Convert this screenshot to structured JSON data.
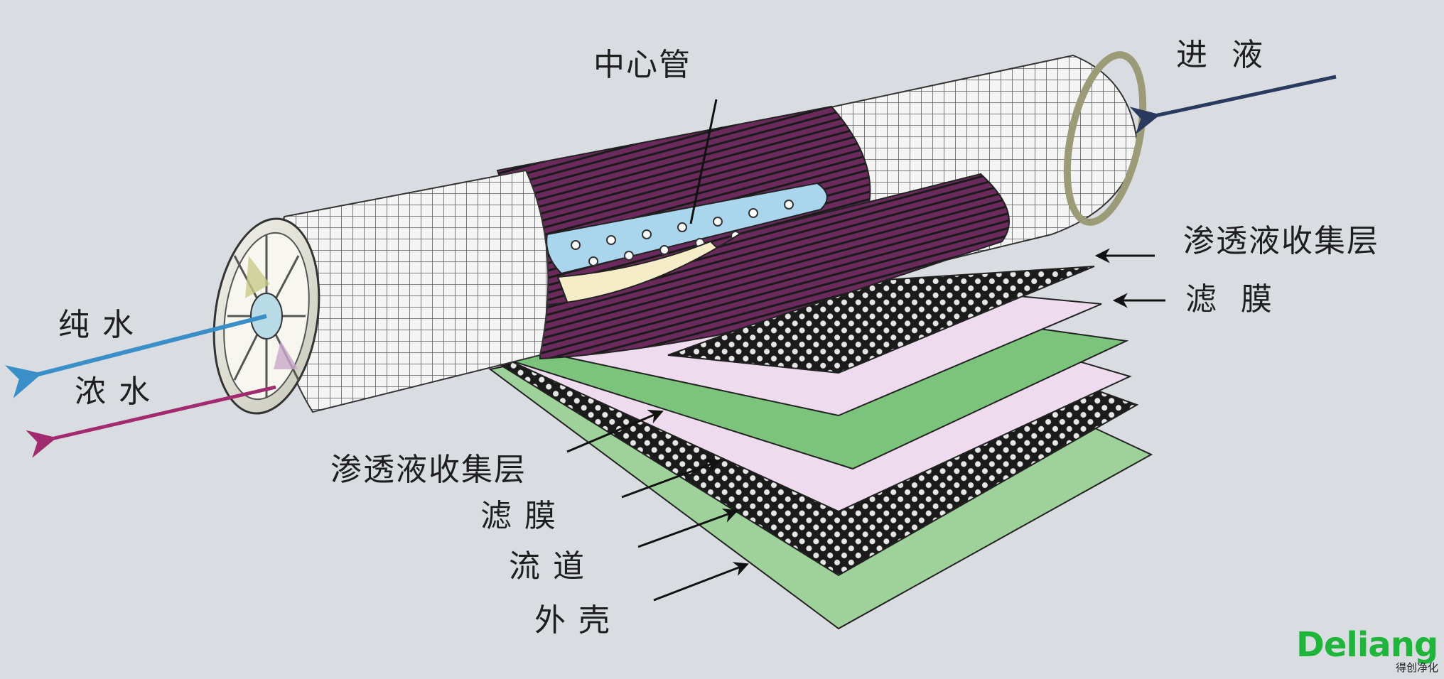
{
  "labels": {
    "center_tube": "中心管",
    "feed_in": "进  液",
    "permeate_collect_right": "渗透液收集层",
    "membrane_right": "滤  膜",
    "pure_water": "纯 水",
    "concentrate": "浓 水",
    "permeate_collect_left": "渗透液收集层",
    "membrane_left": "滤 膜",
    "flow_channel": "流 道",
    "shell": "外 壳"
  },
  "logo": {
    "brand": "Deliang",
    "tagline": "得创净化"
  },
  "colors": {
    "background": "#d9dce1",
    "pure_water_arrow": "#3a8fc8",
    "concentrate_arrow": "#a22a6e",
    "feed_arrow": "#2a3a5e",
    "membrane_purple": "#6a2a5c",
    "green_layer": "#7cc47c",
    "pink_layer": "#eedcee",
    "tube_blue": "#a9d6ec",
    "logo_green": "#1fb43a"
  }
}
